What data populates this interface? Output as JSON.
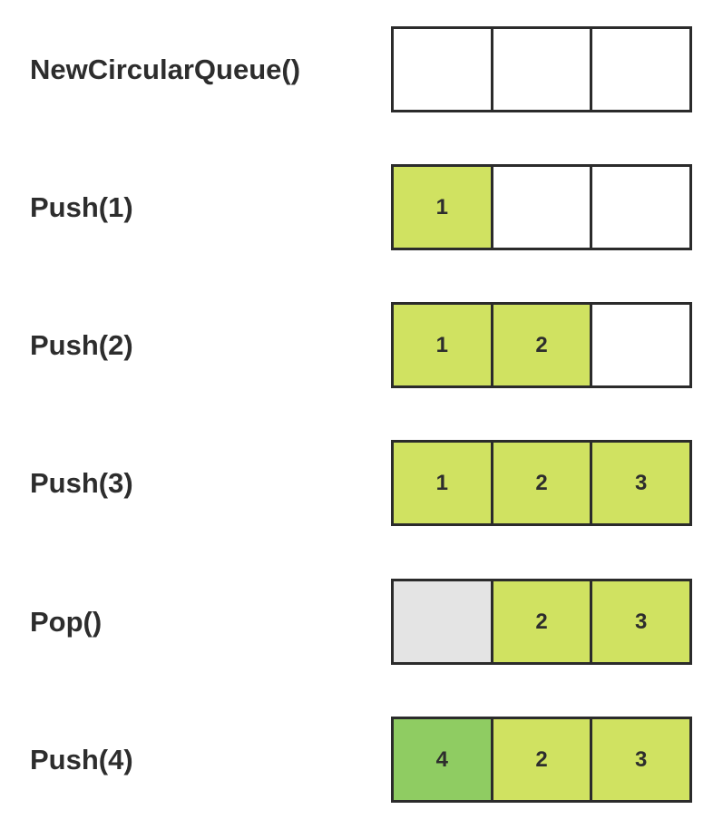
{
  "rows": [
    {
      "label": "NewCircularQueue()",
      "cells": [
        {
          "value": "",
          "state": "empty"
        },
        {
          "value": "",
          "state": "empty"
        },
        {
          "value": "",
          "state": "empty"
        }
      ]
    },
    {
      "label": "Push(1)",
      "cells": [
        {
          "value": "1",
          "state": "filled"
        },
        {
          "value": "",
          "state": "empty"
        },
        {
          "value": "",
          "state": "empty"
        }
      ]
    },
    {
      "label": "Push(2)",
      "cells": [
        {
          "value": "1",
          "state": "filled"
        },
        {
          "value": "2",
          "state": "filled"
        },
        {
          "value": "",
          "state": "empty"
        }
      ]
    },
    {
      "label": "Push(3)",
      "cells": [
        {
          "value": "1",
          "state": "filled"
        },
        {
          "value": "2",
          "state": "filled"
        },
        {
          "value": "3",
          "state": "filled"
        }
      ]
    },
    {
      "label": "Pop()",
      "cells": [
        {
          "value": "",
          "state": "popped"
        },
        {
          "value": "2",
          "state": "filled"
        },
        {
          "value": "3",
          "state": "filled"
        }
      ]
    },
    {
      "label": "Push(4)",
      "cells": [
        {
          "value": "4",
          "state": "new"
        },
        {
          "value": "2",
          "state": "filled"
        },
        {
          "value": "3",
          "state": "filled"
        }
      ]
    }
  ],
  "colors": {
    "cell_filled": "#d0e261",
    "cell_new": "#8fcc62",
    "cell_popped": "#e4e4e4",
    "cell_empty": "#ffffff",
    "cell_border": "#2b2b2b",
    "text": "#2d2d2d",
    "background": "#ffffff"
  }
}
